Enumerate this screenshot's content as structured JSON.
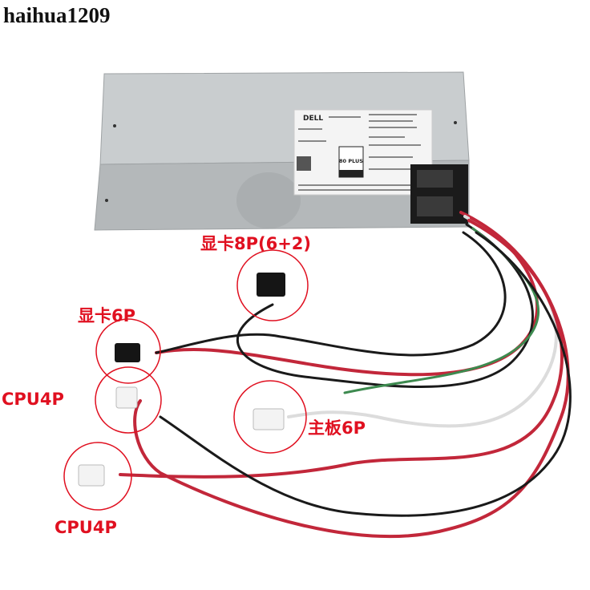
{
  "watermark": "haihua1209",
  "product": {
    "brand_logo": "DELL",
    "efficiency_badge": "80 PLUS",
    "colors": {
      "chassis": "#b9bdbf",
      "label_color": "#e01020",
      "wire_red": "#c2273a",
      "wire_black": "#1a1a1a",
      "wire_white": "#dcdcdc",
      "wire_green": "#3d8a4f"
    }
  },
  "callouts": [
    {
      "label": "显卡8P(6+2)"
    },
    {
      "label": "显卡6P"
    },
    {
      "label": "CPU4P"
    },
    {
      "label": "主板6P"
    },
    {
      "label": "CPU4P"
    }
  ]
}
